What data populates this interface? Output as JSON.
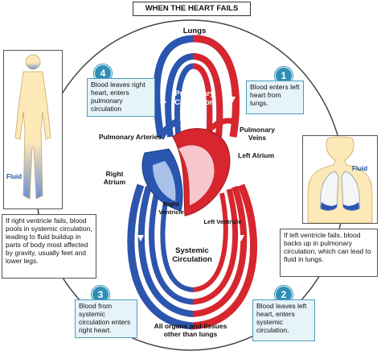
{
  "title": "WHEN THE HEART FAILS",
  "labels": {
    "lungs": "Lungs",
    "pulmonary_circulation": "Pulmonary Circulation",
    "pulmonary_arteries": "Pulmonary Arteries",
    "pulmonary_veins": "Pulmonary Veins",
    "left_atrium": "Left Atrium",
    "right_atrium": "Right Atrium",
    "right_ventricle": "Right Ventricle",
    "left_ventricle": "Left Ventricle",
    "systemic_circulation": "Systemic Circulation",
    "organs": "All organs and tissues other than lungs"
  },
  "steps": [
    {
      "number": "1",
      "text": "Blood enters left heart from lungs."
    },
    {
      "number": "2",
      "text": "Blood leaves left heart, enters systemic circulation."
    },
    {
      "number": "3",
      "text": "Blood from systemic circulation enters right heart."
    },
    {
      "number": "4",
      "text": "Blood leaves right heart, enters pulmonary circulation"
    }
  ],
  "notes": {
    "right_failure": "If right ventricle fails, blood pools in systemic circulation, leading to fluid buildup in parts of body most affected by gravity, usually feet and lower legs.",
    "left_failure": "If left ventricle fails, blood backs up in pulmonary circulation, which can lead to fluid in lungs."
  },
  "fluid_labels": {
    "body": "Fluid",
    "lungs": "Fluid"
  },
  "colors": {
    "oxygenated": "#d7262e",
    "deoxygenated": "#2a56b0",
    "accent": "#2f8fb6",
    "skin": "#fde9b8"
  }
}
